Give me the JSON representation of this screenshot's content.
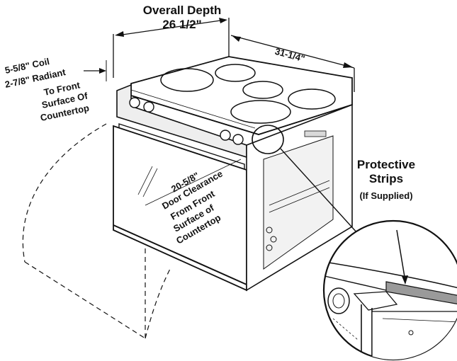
{
  "dimensions": {
    "overall_depth_title": "Overall Depth",
    "overall_depth_value": "26 1/2\"",
    "width_value": "31-1/4\"",
    "coil_line": "5-5/8\"  Coil",
    "radiant_line1": "2-7/8\"  Radiant",
    "radiant_line2": "To Front",
    "radiant_line3": "Surface Of",
    "radiant_line4": "Countertop",
    "door_line1": "20-5/8\"",
    "door_line2": "Door Clearance",
    "door_line3": "From Front",
    "door_line4": "Surface of",
    "door_line5": "Countertop"
  },
  "callout": {
    "title_line1": "Protective",
    "title_line2": "Strips",
    "note": "(If Supplied)"
  },
  "colors": {
    "ink": "#111111",
    "panel_shade": "#d9d9d9",
    "strip_shade": "#9a9a9a"
  }
}
